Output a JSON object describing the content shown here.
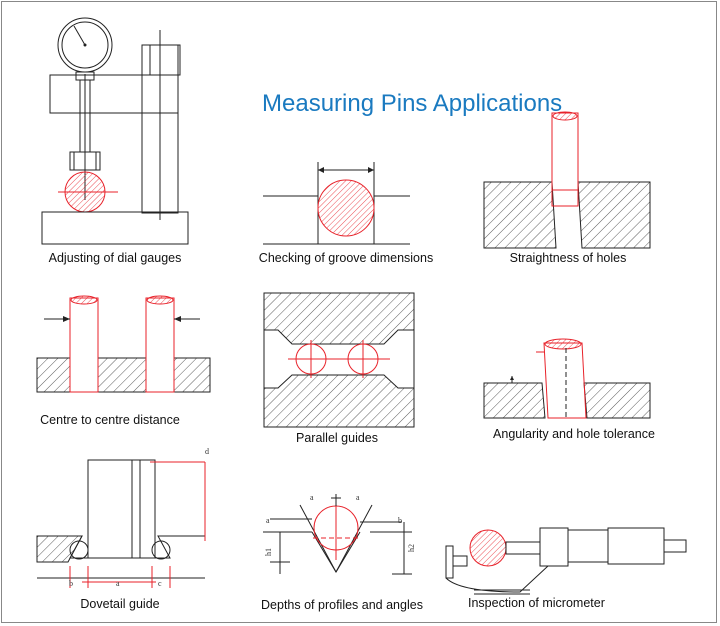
{
  "title": "Measuring Pins Applications",
  "captions": {
    "dial": "Adjusting of dial gauges",
    "groove": "Checking of groove dimensions",
    "straight": "Straightness of holes",
    "centre": "Centre to centre distance",
    "parallel": "Parallel guides",
    "angularity": "Angularity and hole tolerance",
    "dovetail": "Dovetail guide",
    "depths": "Depths of profiles and angles",
    "micrometer": "Inspection of micrometer"
  },
  "labels": {
    "d": "d",
    "a": "a",
    "b": "b",
    "c": "c",
    "h1": "h1",
    "h2": "h2"
  },
  "colors": {
    "title": "#1a7ac0",
    "pin": "#e8222a",
    "line": "#222222"
  }
}
